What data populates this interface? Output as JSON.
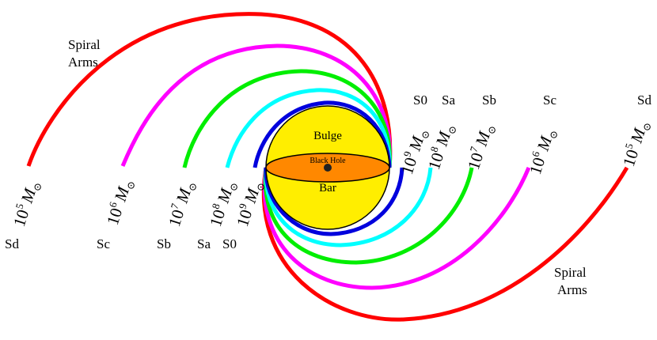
{
  "colors": {
    "sd": "#ff0000",
    "sc": "#ff00ff",
    "sb": "#00ee00",
    "sa": "#00ffff",
    "s0": "#0000dd",
    "bulge": "#ffee00",
    "bar": "#ff8800",
    "black_hole": "#222222",
    "outline": "#000000"
  },
  "labels": {
    "spiral_arms_top": [
      "Spiral",
      "Arms"
    ],
    "spiral_arms_bottom": [
      "Spiral",
      "Arms"
    ],
    "bulge": "Bulge",
    "bar": "Bar",
    "black_hole": "Black Hole"
  },
  "types": [
    {
      "key": "sd",
      "type": "Sd",
      "mantissa": "10",
      "exponent": "5",
      "unit": "M",
      "sub": "⊙"
    },
    {
      "key": "sc",
      "type": "Sc",
      "mantissa": "10",
      "exponent": "6",
      "unit": "M",
      "sub": "⊙"
    },
    {
      "key": "sb",
      "type": "Sb",
      "mantissa": "10",
      "exponent": "7",
      "unit": "M",
      "sub": "⊙"
    },
    {
      "key": "sa",
      "type": "Sa",
      "mantissa": "10",
      "exponent": "8",
      "unit": "M",
      "sub": "⊙"
    },
    {
      "key": "s0",
      "type": "S0",
      "mantissa": "10",
      "exponent": "9",
      "unit": "M",
      "sub": "⊙"
    }
  ]
}
